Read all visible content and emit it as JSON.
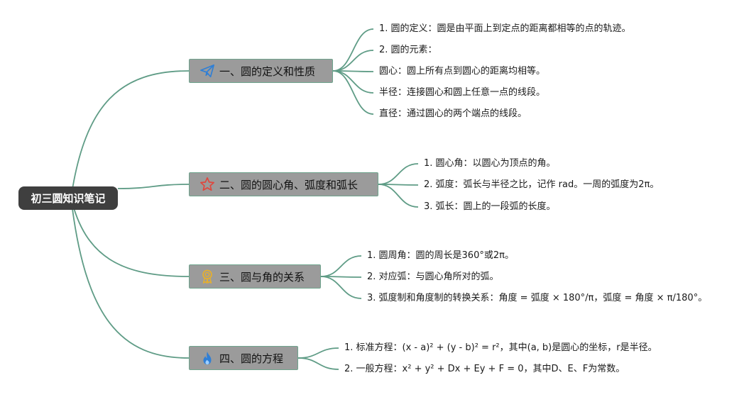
{
  "root": {
    "label": "初三圆知识笔记"
  },
  "branches": [
    {
      "label": "一、圆的定义和性质",
      "icon": "paper-plane-icon",
      "icon_color": "#2f7fd6",
      "leaves": [
        "1. 圆的定义：圆是由平面上到定点的距离都相等的点的轨迹。",
        "2. 圆的元素：",
        "圆心：圆上所有点到圆心的距离均相等。",
        "半径：连接圆心和圆上任意一点的线段。",
        "直径：通过圆心的两个端点的线段。"
      ]
    },
    {
      "label": "二、圆的圆心角、弧度和弧长",
      "icon": "star-icon",
      "icon_color": "#e0463c",
      "leaves": [
        "1. 圆心角：以圆心为顶点的角。",
        "2. 弧度：弧长与半径之比，记作 rad。一周的弧度为2π。",
        "3. 弧长：圆上的一段弧的长度。"
      ]
    },
    {
      "label": "三、圆与角的关系",
      "icon": "award-medal-icon",
      "icon_color": "#e8b02a",
      "leaves": [
        "1. 圆周角：圆的周长是360°或2π。",
        "2. 对应弧：与圆心角所对的弧。",
        "3. 弧度制和角度制的转换关系：角度 = 弧度 × 180°/π，弧度 = 角度 × π/180°。"
      ]
    },
    {
      "label": "四、圆的方程",
      "icon": "flame-icon",
      "icon_color": "#2f7fd6",
      "leaves": [
        "1. 标准方程：(x - a)² + (y - b)² = r²，其中(a, b)是圆心的坐标，r是半径。",
        "2. 一般方程：x² + y² + Dx + Ey + F = 0，其中D、E、F为常数。"
      ]
    }
  ],
  "colors": {
    "connector": "#5f9c86",
    "root_bg": "#3f3f3f",
    "branch_bg": "#9b9b9b",
    "branch_border": "#6fa58e"
  }
}
